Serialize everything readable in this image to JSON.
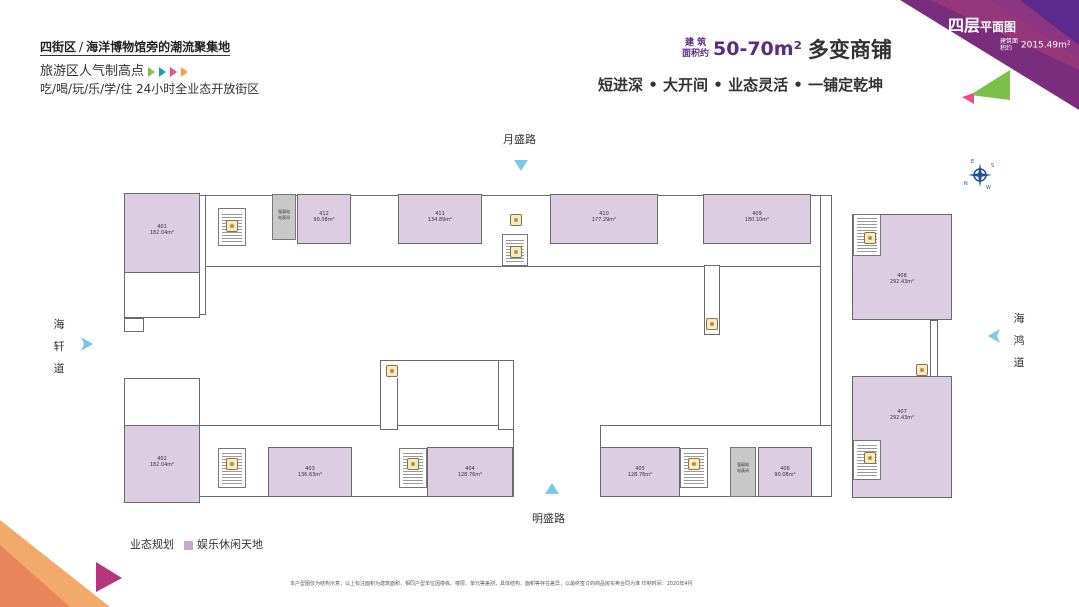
{
  "header": {
    "district": "四街区",
    "district_desc": "海洋博物馆旁的潮流聚集地",
    "tagline": "旅游区人气制高点",
    "tagline_arrow_colors": [
      "#7cc04a",
      "#1ea0a8",
      "#e94e8a",
      "#f1a24a"
    ],
    "subline": "吃/喝/玩/乐/学/住  24小时全业态开放街区"
  },
  "promo": {
    "area_label_1": "建  筑",
    "area_label_2": "面积约",
    "area_value": "50-70m²",
    "title": "多变商铺",
    "slogan": "短进深 • 大开间 • 业态灵活 • 一铺定乾坤"
  },
  "floor": {
    "title_main": "四层",
    "title_sub": "平面图",
    "area_label": "建筑面积约",
    "area_value": "2015.49m²"
  },
  "roads": {
    "north": "月盛路",
    "south": "明盛路",
    "west": [
      "海",
      "轩",
      "道"
    ],
    "east": [
      "海",
      "鸿",
      "道"
    ]
  },
  "compass": {
    "n": "N",
    "s": "S",
    "e": "E",
    "w": "W"
  },
  "shops": [
    {
      "no": "401",
      "area": "182.04m²"
    },
    {
      "no": "402",
      "area": "182.04m²"
    },
    {
      "no": "403",
      "area": "136.63m²"
    },
    {
      "no": "404",
      "area": "128.76m²"
    },
    {
      "no": "405",
      "area": "128.76m²"
    },
    {
      "no": "406",
      "area": "90.08m²"
    },
    {
      "no": "407",
      "area": "292.43m²"
    },
    {
      "no": "408",
      "area": "292.43m²"
    },
    {
      "no": "409",
      "area": "180.10m²"
    },
    {
      "no": "410",
      "area": "177.29m²"
    },
    {
      "no": "411",
      "area": "134.89m²"
    },
    {
      "no": "412",
      "area": "90.08m²"
    }
  ],
  "utility_rooms": [
    "强弱电\n电表间",
    "强弱电\n电表间"
  ],
  "legend": {
    "title": "业态规划",
    "item": "娱乐休闲天地",
    "item_color": "#c9a8d2"
  },
  "footnote": "本户型图仅为结构示意，以上标注面积为建筑面积，相同户型单位因楼栋、楼层、单元等差别，具体结构、面积等存在差异，以最终签订的商品房买卖合同为准  印制时间：2020年4月",
  "colors": {
    "shop_fill": "#ddcde2",
    "accent_purple": "#5a2d83",
    "arrow_blue": "#7fc6e8"
  }
}
